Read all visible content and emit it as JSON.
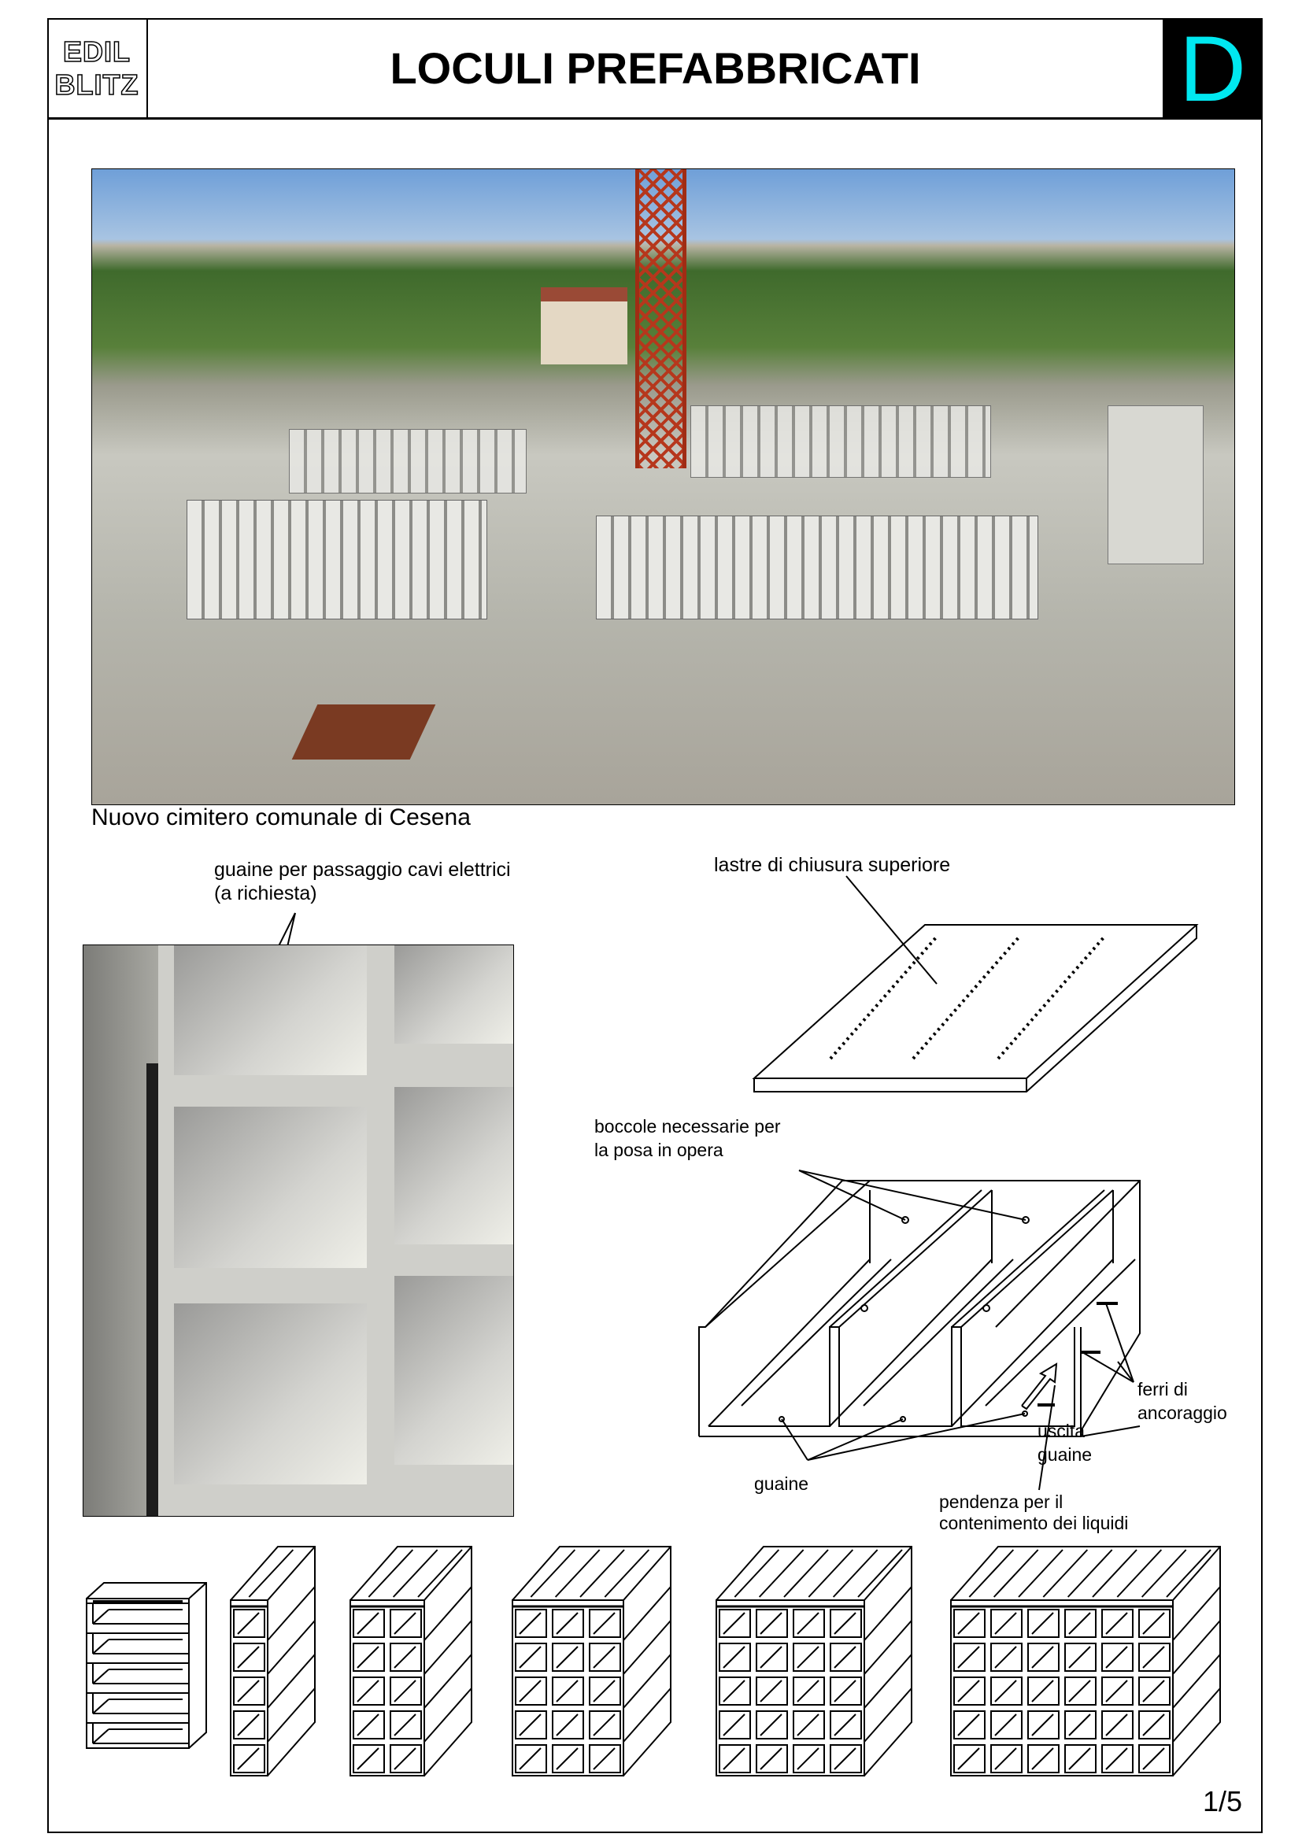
{
  "header": {
    "logo_line1": "EDIL",
    "logo_line2": "BLITZ",
    "title": "LOCULI PREFABBRICATI",
    "section_letter": "D",
    "section_color": "#00e8f0"
  },
  "photo": {
    "caption": "Nuovo cimitero comunale di Cesena"
  },
  "detail_photo": {
    "annotation_line1": "guaine per passaggio cavi elettrici",
    "annotation_line2": "(a richiesta)"
  },
  "slab_drawing": {
    "label": "lastre di chiusura superiore"
  },
  "module_drawing": {
    "boccole_line1": "boccole necessarie per",
    "boccole_line2": "la posa in opera",
    "guaine": "guaine",
    "pendenza_line1": "pendenza per il",
    "pendenza_line2": "contenimento dei liquidi",
    "uscita_line1": "uscita",
    "uscita_line2": "guaine",
    "ferri_line1": "ferri di",
    "ferri_line2": "ancoraggio"
  },
  "configurations": [
    {
      "columns": 1,
      "rows": 5,
      "style": "open"
    },
    {
      "columns": 1,
      "rows": 5,
      "style": "cells"
    },
    {
      "columns": 2,
      "rows": 5,
      "style": "cells"
    },
    {
      "columns": 3,
      "rows": 5,
      "style": "cells"
    },
    {
      "columns": 4,
      "rows": 5,
      "style": "cells"
    },
    {
      "columns": 6,
      "rows": 5,
      "style": "cells"
    }
  ],
  "page_number": "1/5"
}
